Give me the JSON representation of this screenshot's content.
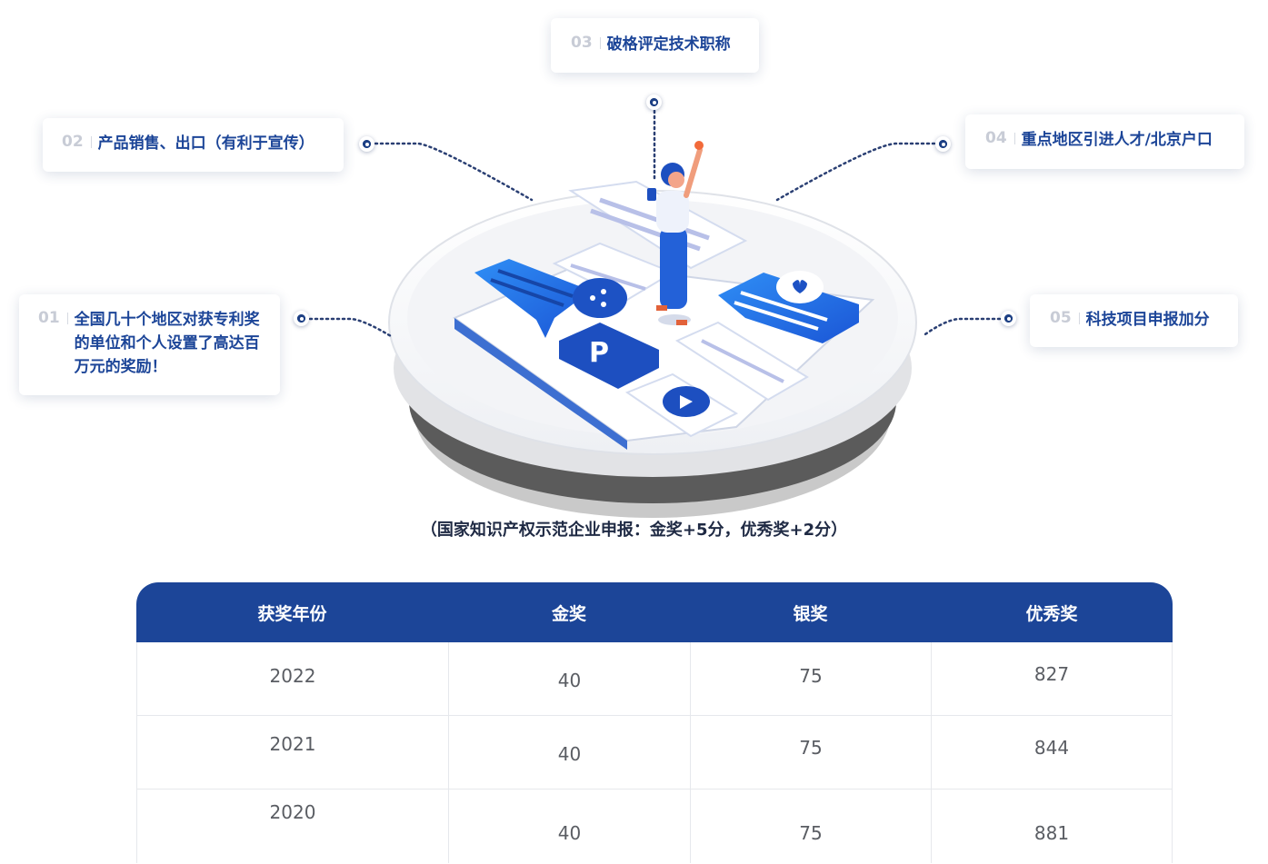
{
  "callouts": [
    {
      "num": "01",
      "text": "全国几十个地区对获专利奖的单位和个人设置了高达百万元的奖励！"
    },
    {
      "num": "02",
      "text": "产品销售、出口（有利于宣传）"
    },
    {
      "num": "03",
      "text": "破格评定技术职称"
    },
    {
      "num": "04",
      "text": "重点地区引进人才/北京户口"
    },
    {
      "num": "05",
      "text": "科技项目申报加分"
    }
  ],
  "note": "（国家知识产权示范企业申报：金奖+5分，优秀奖+2分）",
  "table": {
    "headers": [
      "获奖年份",
      "金奖",
      "银奖",
      "优秀奖"
    ],
    "rows": [
      [
        "2022",
        "40",
        "75",
        "827"
      ],
      [
        "2021",
        "40",
        "75",
        "844"
      ],
      [
        "2020",
        "40",
        "75",
        "881"
      ]
    ]
  },
  "colors": {
    "accent": "#1c4598",
    "dot": "#1c3f84"
  }
}
